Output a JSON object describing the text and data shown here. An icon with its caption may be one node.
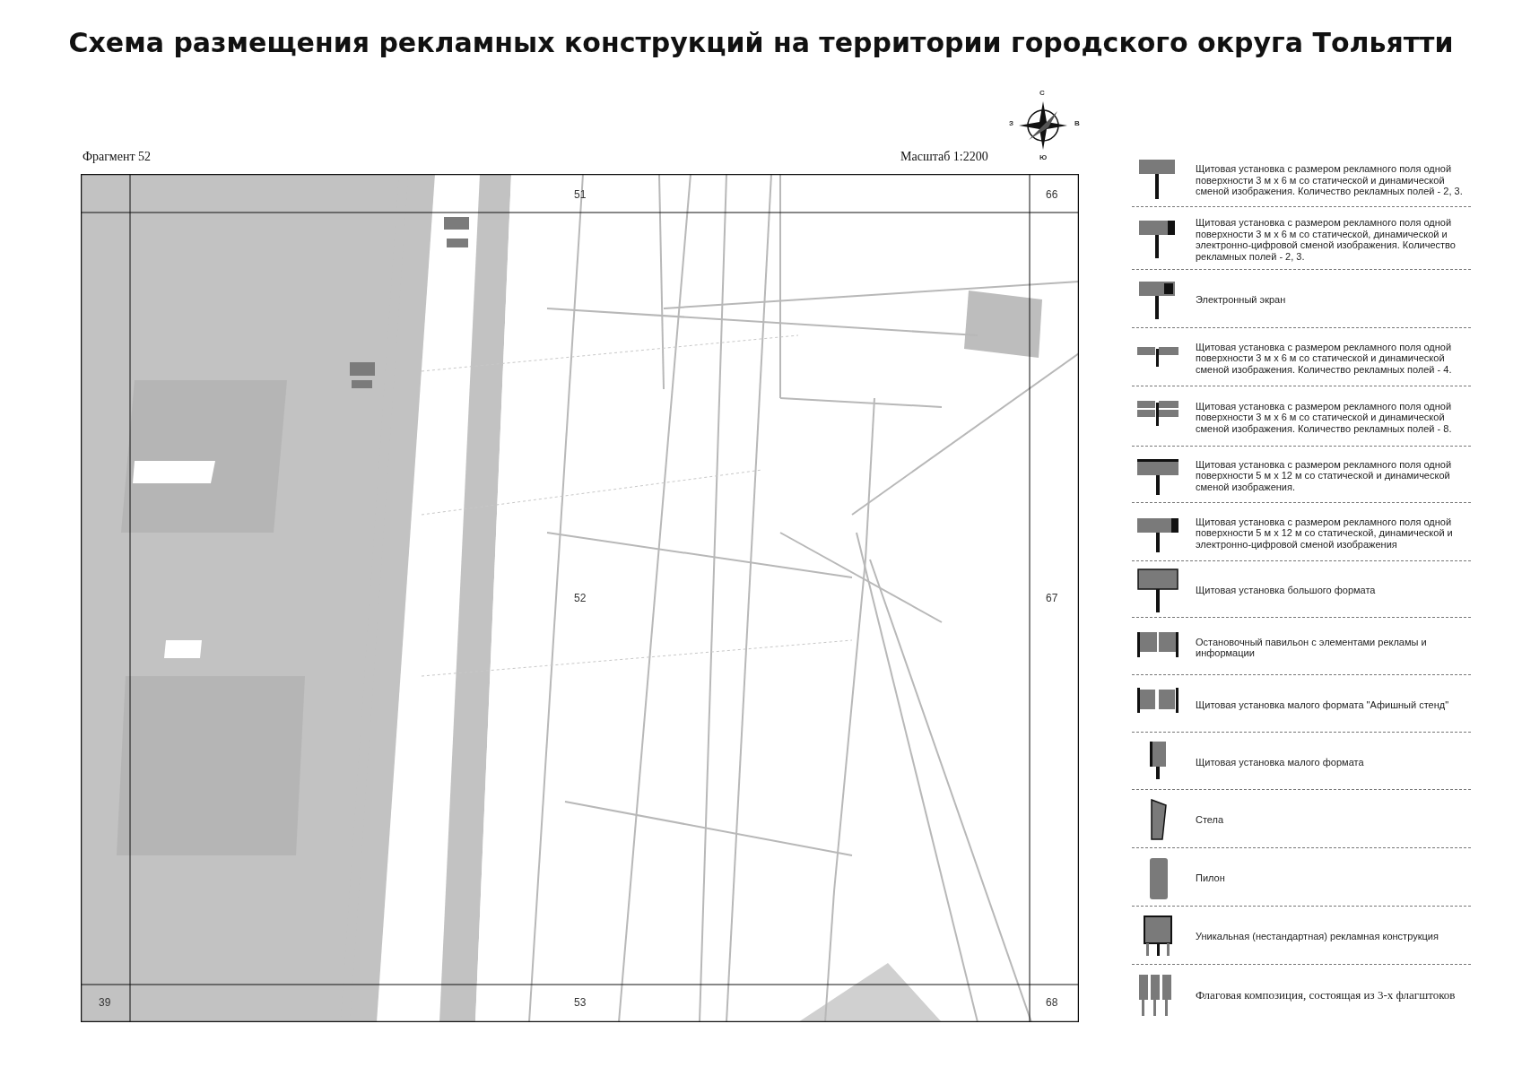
{
  "diagram": {
    "title": "Схема размещения рекламных конструкций на территории городского округа Тольятти",
    "labels": [
      "С",
      "З",
      "В",
      "Ю",
      "Фрагмент 52",
      "Масштаб 1:2200",
      "51",
      "66",
      "52",
      "67",
      "39",
      "53",
      "68"
    ],
    "legend": [
      {
        "text": "Щитовая установка с размером рекламного поля одной поверхности 3 м х 6 м со статической и динамической сменой изображения. Количество рекламных полей - 2, 3."
      },
      {
        "text": "Щитовая установка с размером рекламного поля одной поверхности 3 м х 6 м со статической, динамической и электронно-цифровой сменой изображения. Количество рекламных полей - 2, 3."
      },
      {
        "text": "Электронный экран"
      },
      {
        "text": "Щитовая установка с размером рекламного поля одной поверхности 3 м х 6 м со статической и динамической сменой изображения. Количество рекламных полей - 4."
      },
      {
        "text": "Щитовая установка с размером рекламного поля одной поверхности 3 м х 6 м со статической и динамической сменой изображения. Количество рекламных полей - 8."
      },
      {
        "text": "Щитовая установка с размером рекламного поля одной поверхности 5 м х 12 м со статической и динамической сменой изображения."
      },
      {
        "text": "Щитовая установка с размером рекламного поля одной поверхности 5 м х 12 м со статической, динамической и электронно-цифровой сменой изображения"
      },
      {
        "text": "Щитовая установка большого формата"
      },
      {
        "text": "Остановочный павильон с элементами рекламы и информации"
      },
      {
        "text": "Щитовая установка малого формата \"Афишный стенд\""
      },
      {
        "text": "Щитовая установка малого формата"
      },
      {
        "text": "Стела"
      },
      {
        "text": "Пилон"
      },
      {
        "text": "Уникальная (нестандартная) рекламная конструкция"
      },
      {
        "text": "Флаговая композиция, состоящая из 3-х флагштоков"
      }
    ]
  }
}
